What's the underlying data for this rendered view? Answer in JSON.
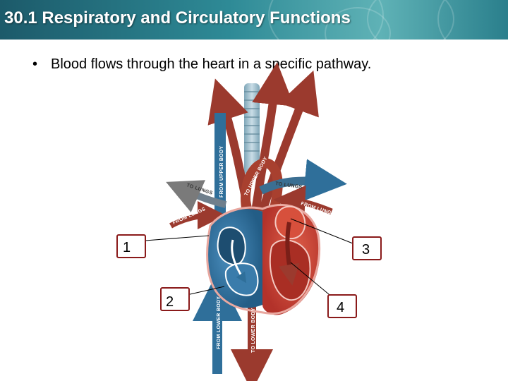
{
  "slide": {
    "title": "30.1 Respiratory and Circulatory Functions",
    "bullet": "Blood flows through the heart in a specific pathway."
  },
  "diagram": {
    "callouts": {
      "one": "1",
      "two": "2",
      "three": "3",
      "four": "4"
    },
    "vessel_labels": {
      "to_lungs_left": "TO LUNGS",
      "from_lungs_left": "FROM LUNGS",
      "from_upper_body": "FROM UPPER BODY",
      "to_upper_body": "TO UPPER BODY",
      "to_lungs_right": "TO LUNGS",
      "from_lungs_right": "FROM LUNGS",
      "from_lower_body": "FROM LOWER BODY",
      "to_lower_body": "TO LOWER BODY"
    }
  },
  "colors": {
    "title_bar": "#2e8a96",
    "oxygen_poor": "#2f6f9a",
    "oxygen_rich": "#c0392b",
    "artery": "#9b3a2e",
    "callout_box": "#ffffff"
  }
}
